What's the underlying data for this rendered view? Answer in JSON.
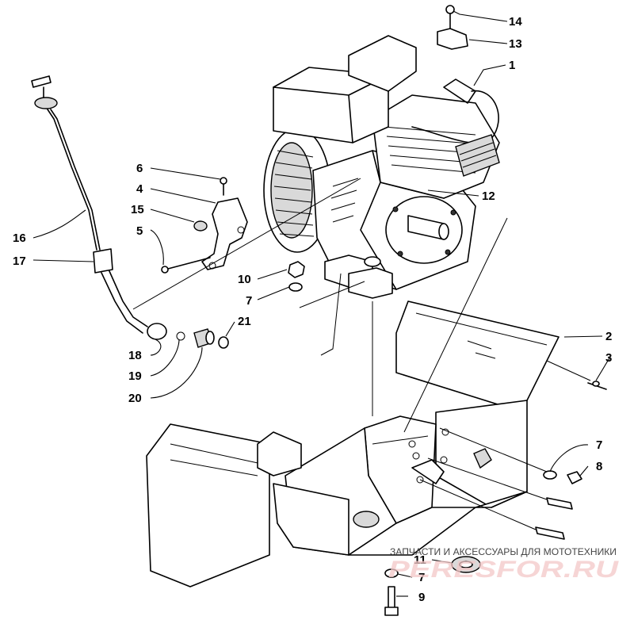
{
  "callouts": [
    {
      "id": "c1",
      "label": "1"
    },
    {
      "id": "c2",
      "label": "2"
    },
    {
      "id": "c3",
      "label": "3"
    },
    {
      "id": "c4",
      "label": "4"
    },
    {
      "id": "c5",
      "label": "5"
    },
    {
      "id": "c6",
      "label": "6"
    },
    {
      "id": "c7a",
      "label": "7"
    },
    {
      "id": "c7b",
      "label": "7"
    },
    {
      "id": "c7c",
      "label": "7"
    },
    {
      "id": "c8",
      "label": "8"
    },
    {
      "id": "c9",
      "label": "9"
    },
    {
      "id": "c10",
      "label": "10"
    },
    {
      "id": "c11",
      "label": "11"
    },
    {
      "id": "c12",
      "label": "12"
    },
    {
      "id": "c13",
      "label": "13"
    },
    {
      "id": "c14",
      "label": "14"
    },
    {
      "id": "c15",
      "label": "15"
    },
    {
      "id": "c16",
      "label": "16"
    },
    {
      "id": "c17",
      "label": "17"
    },
    {
      "id": "c18",
      "label": "18"
    },
    {
      "id": "c19",
      "label": "19"
    },
    {
      "id": "c20",
      "label": "20"
    },
    {
      "id": "c21",
      "label": "21"
    }
  ],
  "watermark": {
    "tagline": "ЗАПЧАСТИ И АКСЕССУАРЫ ДЛЯ МОТОТЕХНИКИ",
    "logo": "PERESFOR.RU"
  }
}
